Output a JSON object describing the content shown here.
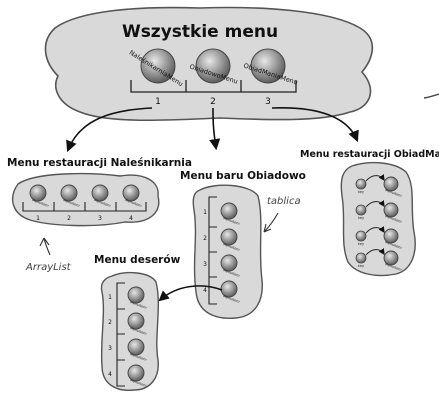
{
  "diagram": {
    "top_blob": {
      "title": "Wszystkie menu",
      "items": [
        "NaleśnikarniaMenu",
        "ObiadowoMenu",
        "ObiadManiaMenu"
      ],
      "indices": [
        "1",
        "2",
        "3"
      ]
    },
    "pancake": {
      "title": "Menu restauracji Naleśnikarnia",
      "item_label": "MenuItem",
      "indices": [
        "1",
        "2",
        "3",
        "4"
      ],
      "annotation": "ArrayList"
    },
    "diner": {
      "title": "Menu baru Obiadowo",
      "item_label": "MenuItem",
      "indices": [
        "1",
        "2",
        "3",
        "4"
      ],
      "annotation": "tablica"
    },
    "cafe": {
      "title": "Menu restauracji ObiadMania",
      "key_label": "key",
      "item_label": "MenuItem"
    },
    "dessert": {
      "title": "Menu deserów",
      "item_label": "MenuItem",
      "indices": [
        "1",
        "2",
        "3",
        "4"
      ]
    }
  },
  "colors": {
    "blob_fill": "#d9d9d9",
    "blob_stroke": "#555555",
    "plate_fill": "#9e9e9e",
    "plate_dark": "#555555",
    "text": "#111111"
  }
}
